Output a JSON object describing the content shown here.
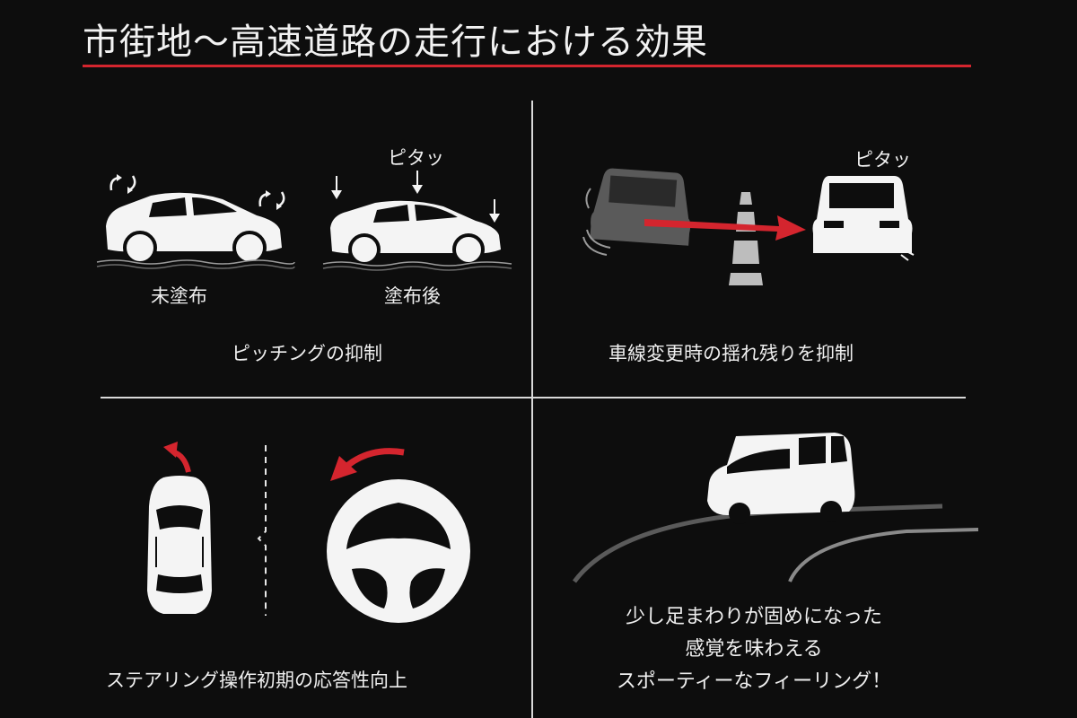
{
  "title": "市街地〜高速道路の走行における効果",
  "colors": {
    "accent": "#d4252e",
    "background": "#0d0d0d",
    "illustration": "#f4f4f4",
    "ghost_car": "#5a5a5a"
  },
  "panels": {
    "pitching": {
      "label_untreated": "未塗布",
      "label_treated": "塗布後",
      "sound_effect": "ピタッ",
      "caption": "ピッチングの抑制"
    },
    "lane_change": {
      "sound_effect": "ピタッ",
      "caption": "車線変更時の揺れ残りを抑制"
    },
    "steering": {
      "caption": "ステアリング操作初期の応答性向上"
    },
    "feeling": {
      "caption_lines": [
        "少し足まわりが固めになった",
        "感覚を味わえる",
        "スポーティーなフィーリング！"
      ]
    }
  },
  "icons": [
    "hatchback-car-icon",
    "bounce-arrow-icon",
    "down-arrow-icon",
    "minivan-rear-icon",
    "road-lane-icon",
    "steering-wheel-icon",
    "car-top-view-icon",
    "curve-arrow-icon",
    "minivan-front-icon"
  ]
}
